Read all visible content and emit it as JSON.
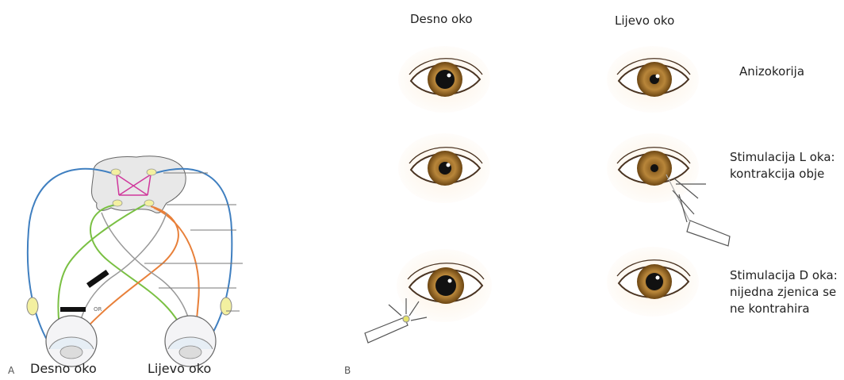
{
  "panel_a": {
    "letter": "A",
    "left_eye_label": "Desno oko",
    "right_eye_label": "Lijevo oko",
    "lesion_tag": "OR",
    "colors": {
      "efferent": "#3f7fc0",
      "afferent_left": "#e8803a",
      "afferent_right": "#7ac043",
      "interneuron": "#d0389c",
      "nucleus": "#f3f0a0",
      "lesion": "#111111"
    }
  },
  "panel_b": {
    "letter": "B",
    "col_left": "Desno oko",
    "col_right": "Lijevo oko",
    "rows": [
      {
        "caption": [
          "Anizokorija"
        ]
      },
      {
        "caption": [
          "Stimulacija L oka:",
          "kontrakcija obje"
        ]
      },
      {
        "caption": [
          "Stimulacija D oka:",
          "nijedna zjenica se",
          "ne kontrahira"
        ]
      }
    ],
    "colors": {
      "iris": "#b8863a",
      "iris_dark": "#7a4f16",
      "pupil": "#111111"
    }
  }
}
